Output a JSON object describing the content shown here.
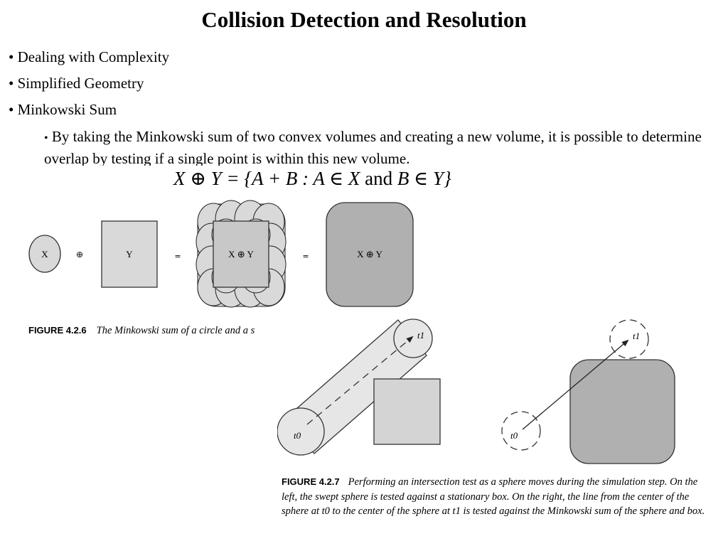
{
  "slide": {
    "title": "Collision Detection and Resolution",
    "bullets": [
      "• Dealing with Complexity",
      "•  Simplified Geometry",
      "• Minkowski Sum"
    ],
    "sub_bullet_marker": "•",
    "sub_bullet": "By taking the Minkowski sum of two convex volumes and creating a new volume, it is possible to determine overlap by testing if a single point is within this new volume.",
    "formula": {
      "lhs": "X ⊕ Y = {A + B : A ∈ X ",
      "and": "and",
      "rhs": " B ∈ Y}"
    }
  },
  "figure1": {
    "shape_x": "X",
    "plus": "⊕",
    "shape_y": "Y",
    "equals1": "=",
    "sum_label": "X ⊕ Y",
    "equals2": "=",
    "result_label": "X ⊕ Y",
    "caption_label": "FIGURE 4.2.6",
    "caption": "The Minkowski sum of a circle and a s"
  },
  "figure2": {
    "t0_left": "t0",
    "t1_left": "t1",
    "t0_right": "t0",
    "t1_right": "t1",
    "caption_label": "FIGURE 4.2.7",
    "caption": "Performing an intersection test as a sphere moves during the simulation step. On the left, the swept sphere is tested against a stationary box. On the right, the line from the center of the sphere at  t0 to the center of the sphere at  t1 is tested against the Minkowski sum of the sphere and box."
  },
  "colors": {
    "light_gray": "#d9d9d9",
    "mid_gray": "#b0b0b0",
    "stroke": "#333333"
  }
}
